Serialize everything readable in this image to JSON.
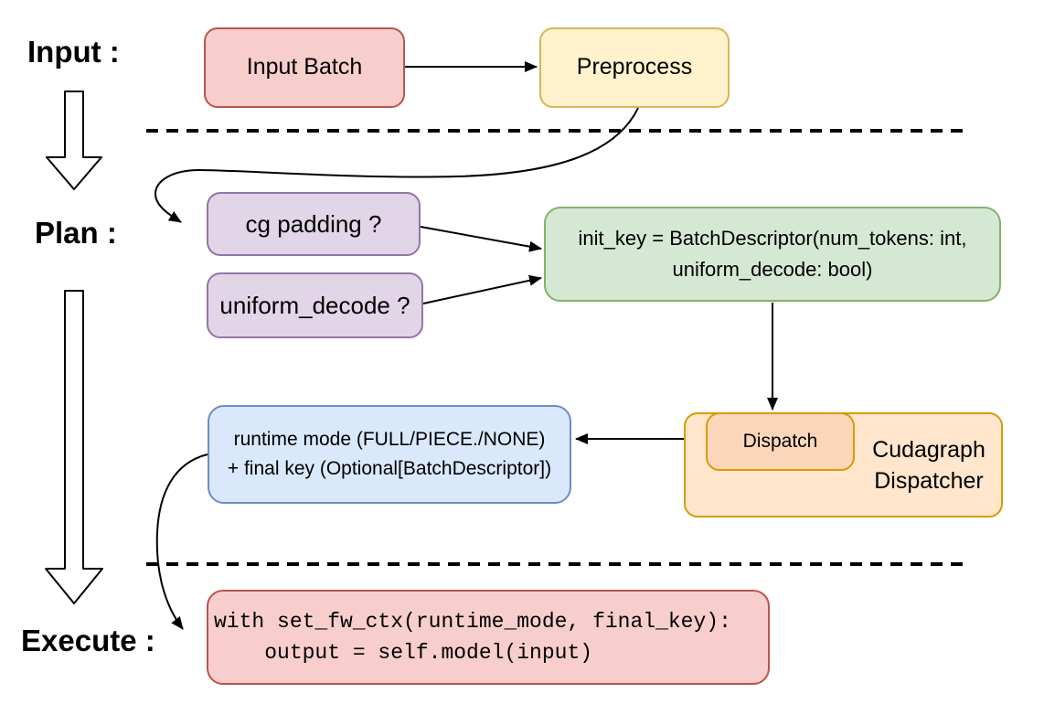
{
  "sections": {
    "input": {
      "label": "Input :"
    },
    "plan": {
      "label": "Plan :"
    },
    "execute": {
      "label": "Execute :"
    }
  },
  "nodes": {
    "input_batch": {
      "label": "Input Batch"
    },
    "preprocess": {
      "label": "Preprocess"
    },
    "cg_padding": {
      "label": "cg padding ?"
    },
    "uniform_decode": {
      "label": "uniform_decode ?"
    },
    "init_key": {
      "line1": "init_key = BatchDescriptor(num_tokens: int,",
      "line2": "uniform_decode: bool)"
    },
    "runtime_mode": {
      "line1": "runtime mode (FULL/PIECE./NONE)",
      "line2": "+ final key (Optional[BatchDescriptor])"
    },
    "dispatch": {
      "label": "Dispatch"
    },
    "cudagraph_dispatcher": {
      "line1": "Cudagraph",
      "line2": "Dispatcher"
    },
    "execute_code": {
      "line1": "with set_fw_ctx(runtime_mode, final_key):",
      "line2": "    output = self.model(input)"
    }
  },
  "palette": {
    "red_fill": "#f8cecc",
    "red_stroke": "#b85450",
    "yellow_fill": "#fff2cc",
    "yellow_stroke": "#d6b656",
    "purple_fill": "#e1d5e7",
    "purple_stroke": "#9673a6",
    "green_fill": "#d5e8d4",
    "green_stroke": "#82b366",
    "blue_fill": "#dae8fc",
    "blue_stroke": "#6c8ebf",
    "orange_outer_fill": "#ffe6cc",
    "orange_inner_fill": "#fbd6ba",
    "orange_stroke": "#d79b00",
    "line_color": "#000000"
  }
}
